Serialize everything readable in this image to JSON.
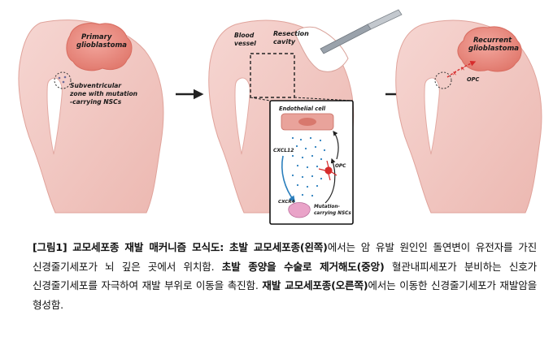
{
  "figure": {
    "left": {
      "tumor_label": "Primary glioblastoma",
      "tumor_label_lines": [
        "Primary",
        "glioblastoma"
      ],
      "svz_label_lines": [
        "Subventricular",
        "zone with mutation",
        "-carrying NSCs"
      ]
    },
    "middle": {
      "blood_vessel_lines": [
        "Blood",
        "vessel"
      ],
      "resection_lines": [
        "Resection",
        "cavity"
      ]
    },
    "inset": {
      "endothelial_label": "Endothelial cell",
      "cxcl12_label": "CXCL12",
      "cxcr4_label": "CXCR4",
      "opc_label": "OPC",
      "nsc_label_lines": [
        "Mutation-",
        "carrying NSCs"
      ]
    },
    "right": {
      "tumor_label_lines": [
        "Recurrent",
        "glioblastoma"
      ],
      "opc_label": "OPC"
    }
  },
  "caption": {
    "fig_label": "[그림1]",
    "fig_title": "교모세포종 재발 매커니즘 모식도:",
    "seg1_bold": "초발 교모세포종(왼쪽)",
    "seg1_text": "에서는 암 유발 원인인 돌연변이 유전자를 가진 신경줄기세포가 뇌 깊은 곳에서 위치함.",
    "seg2_bold": "초발 종양을 수술로 제거해도(중앙)",
    "seg2_text": "혈관내피세포가 분비하는 신호가 신경줄기세포를 자극하여 재발 부위로 이동을 촉진함.",
    "seg3_bold": "재발 교모세포종(오른쪽)",
    "seg3_text": "에서는 이동한 신경줄기세포가 재발암을 형성함."
  },
  "colors": {
    "brain": "#f1c9c4",
    "brain_shade": "#e7aea7",
    "tumor": "#e7877e",
    "inset_border": "#111111",
    "signal": "#2b7fbd",
    "nsc": "#e9a3c8",
    "opc": "#d62b2b"
  }
}
